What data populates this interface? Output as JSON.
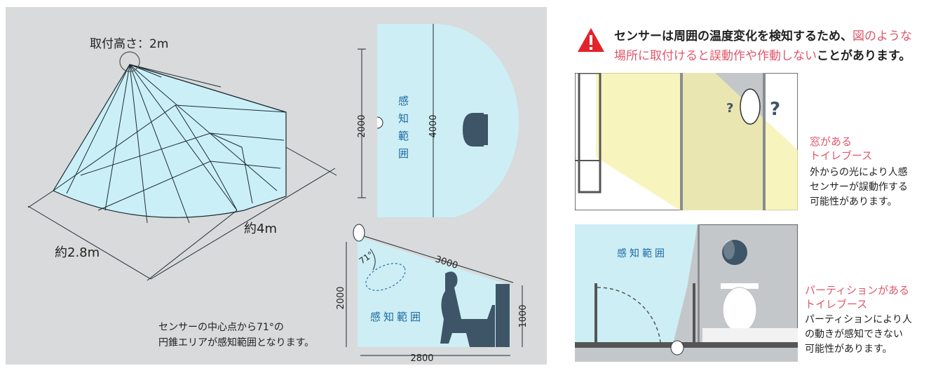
{
  "cone_diagram": {
    "height_label": "取付高さ：2m",
    "width_label": "約2.8m",
    "depth_label": "約4m"
  },
  "top_view": {
    "dim_2000": "2000",
    "dim_4000": "4000",
    "area_label": "感知範囲"
  },
  "side_view": {
    "dim_3000": "3000",
    "angle_label": "71°",
    "dim_2000": "2000",
    "dim_1000": "1000",
    "dim_2800": "2800",
    "area_label": "感知範囲"
  },
  "caption": {
    "line1": "センサーの中心点から71°の",
    "line2": "円錐エリアが感知範囲となります。"
  },
  "warning": {
    "text_bold1": "センサーは周囲の温度変化を検知するため、",
    "text_pink": "図のような場所に取付けると誤動作や作動しない",
    "text_bold2": "ことがあります。"
  },
  "case1": {
    "title_line1": "窓がある",
    "title_line2": "トイレブース",
    "desc_line1": "外からの光により人感",
    "desc_line2": "センサーが誤動作する",
    "desc_line3": "可能性があります。",
    "qmark_left": "?",
    "qmark_right": "?"
  },
  "case2": {
    "area_label": "感知範囲",
    "title_line1": "パーティションがある",
    "title_line2": "トイレブース",
    "desc_line1": "パーティションにより人",
    "desc_line2": "の動きが感知できない",
    "desc_line3": "可能性があります。"
  },
  "colors": {
    "panel_bg": "#d8dadb",
    "sensing_area": "#cdeef5",
    "accent_pink": "#e0566a",
    "warning_red": "#e3232b",
    "toilet_dark": "#3d5566"
  }
}
